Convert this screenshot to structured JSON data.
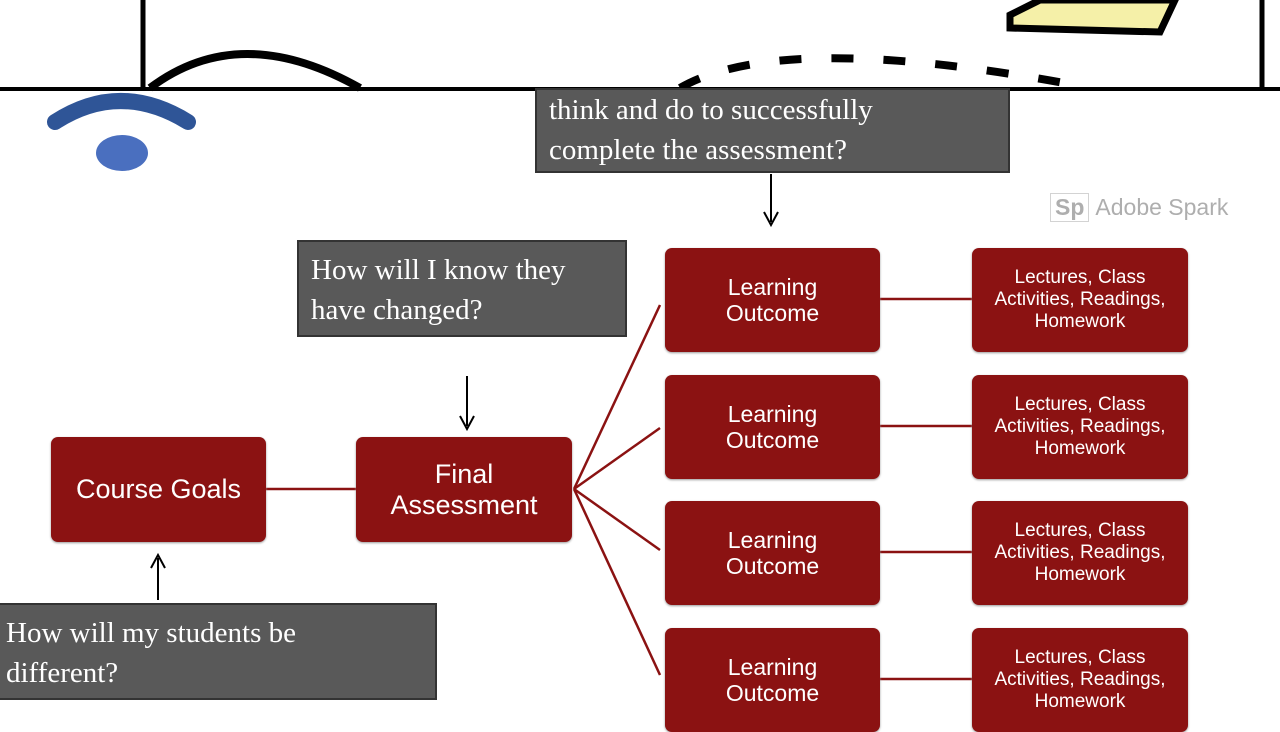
{
  "top_question": {
    "lines": [
      "think and do to successfully",
      "complete the assessment?"
    ]
  },
  "middle_question": {
    "lines": [
      "How will I know they",
      "have changed?"
    ]
  },
  "bottom_question": {
    "lines": [
      "How will my students be",
      "different?"
    ]
  },
  "course_goals": "Course Goals",
  "final_assessment": {
    "lines": [
      "Final",
      "Assessment"
    ]
  },
  "learning_outcomes": [
    {
      "lines": [
        "Learning",
        "Outcome"
      ]
    },
    {
      "lines": [
        "Learning",
        "Outcome"
      ]
    },
    {
      "lines": [
        "Learning",
        "Outcome"
      ]
    },
    {
      "lines": [
        "Learning",
        "Outcome"
      ]
    }
  ],
  "activities": [
    {
      "lines": [
        "Lectures, Class",
        "Activities, Readings,",
        "Homework"
      ]
    },
    {
      "lines": [
        "Lectures, Class",
        "Activities, Readings,",
        "Homework"
      ]
    },
    {
      "lines": [
        "Lectures, Class",
        "Activities, Readings,",
        "Homework"
      ]
    },
    {
      "lines": [
        "Lectures, Class",
        "Activities, Readings,",
        "Homework"
      ]
    }
  ],
  "watermark": {
    "badge": "Sp",
    "text": "Adobe Spark"
  },
  "colors": {
    "box": "#8b1212",
    "question": "#595959",
    "logo": "#2f5597"
  }
}
